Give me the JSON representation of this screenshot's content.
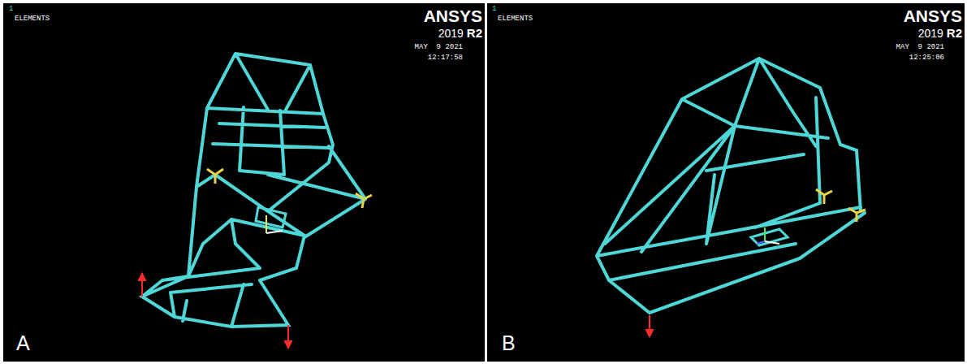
{
  "diagram": {
    "labels": [
      "1",
      "ELEMENTS",
      "ANSYS",
      "2019",
      "R2",
      "MAY  9 2021",
      "12:17:58",
      "A",
      "1",
      "ELEMENTS",
      "ANSYS",
      "2019",
      "R2",
      "MAY  9 2021",
      "12:25:06",
      "B"
    ]
  }
}
